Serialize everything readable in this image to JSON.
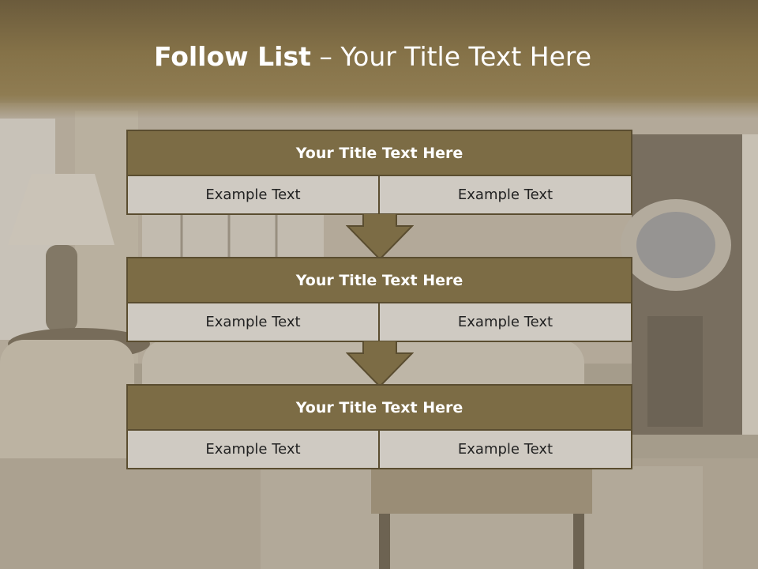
{
  "slide": {
    "title_bold": "Follow List",
    "title_rest": " – Your Title Text Here"
  },
  "blocks": [
    {
      "title": "Your Title Text Here",
      "left_text": "Example Text",
      "right_text": "Example Text"
    },
    {
      "title": "Your Title Text Here",
      "left_text": "Example Text",
      "right_text": "Example Text"
    },
    {
      "title": "Your Title Text Here",
      "left_text": "Example Text",
      "right_text": "Example Text"
    }
  ],
  "colors": {
    "header": "#857248",
    "block_title": "#7c6c45",
    "block_cell": "#cfcac2",
    "border": "#5a4d30",
    "arrow": "#7c6c45"
  }
}
